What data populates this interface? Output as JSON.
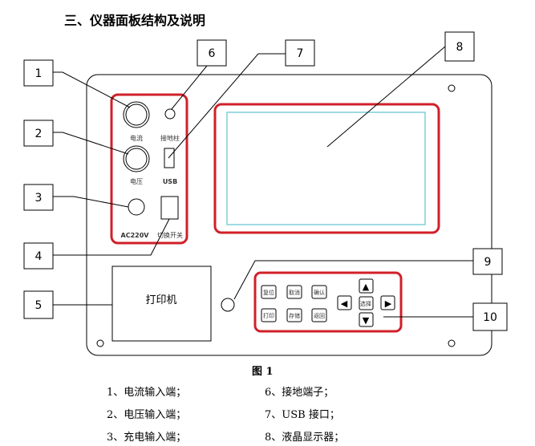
{
  "section_title": "三、仪器面板结构及说明",
  "panel": {
    "current_label": "电流",
    "voltage_label": "电压",
    "ground_label": "接地柱",
    "usb_label": "USB",
    "ac_label": "AC220V",
    "switch_label": "切换开关",
    "printer_label": "打印机",
    "keys": [
      "复位",
      "取消",
      "确认",
      "打印",
      "存储",
      "返回"
    ],
    "select_key": "选择",
    "arrow_keys": {
      "up": "▲",
      "down": "▼",
      "left": "◀",
      "right": "▶"
    }
  },
  "callouts": [
    "1",
    "2",
    "3",
    "4",
    "5",
    "6",
    "7",
    "8",
    "9",
    "10"
  ],
  "caption": "图 1",
  "legend": {
    "left": [
      "1、电流输入端；",
      "2、电压输入端；",
      "3、充电输入端；"
    ],
    "right": [
      "6、接地端子；",
      "7、USB 接口；",
      "8、液晶显示器；"
    ]
  },
  "colors": {
    "highlight": "#d0202a",
    "screen": "#7ecfd8"
  }
}
